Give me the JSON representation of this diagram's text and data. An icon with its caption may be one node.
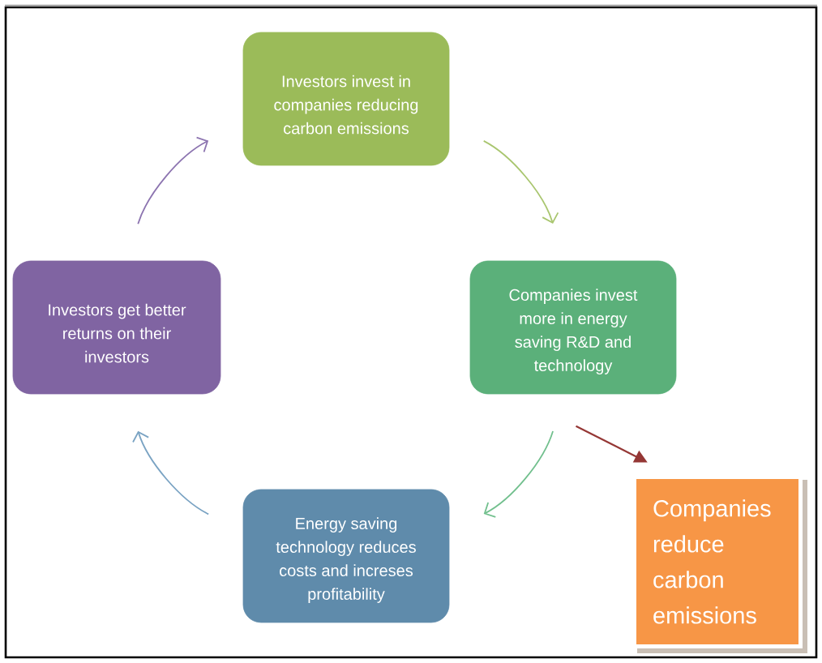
{
  "diagram": {
    "nodes": [
      {
        "text": [
          "Investors invest in companies reducing carbon emissions"
        ]
      },
      {
        "text": [
          "Companies invest more in energy saving R&D and technology"
        ]
      },
      {
        "text": [
          "Energy saving technology reduces costs and increses profitability"
        ]
      },
      {
        "text": [
          "Investors get better returns on their investors"
        ]
      },
      {
        "text": [
          "Companies reduce carbon emissions"
        ]
      }
    ],
    "edges": [
      {
        "from": 0,
        "to": 1,
        "arrow": "to",
        "color": "#a9c66f"
      },
      {
        "from": 1,
        "to": 2,
        "arrow": "to",
        "color": "#72c08e"
      },
      {
        "from": 2,
        "to": 3,
        "arrow": "to",
        "color": "#7aa3c3"
      },
      {
        "from": 3,
        "to": 0,
        "arrow": "to",
        "color": "#8c74b0"
      },
      {
        "from": 1,
        "to": 4,
        "arrow": "to",
        "color": "#953735"
      }
    ]
  }
}
